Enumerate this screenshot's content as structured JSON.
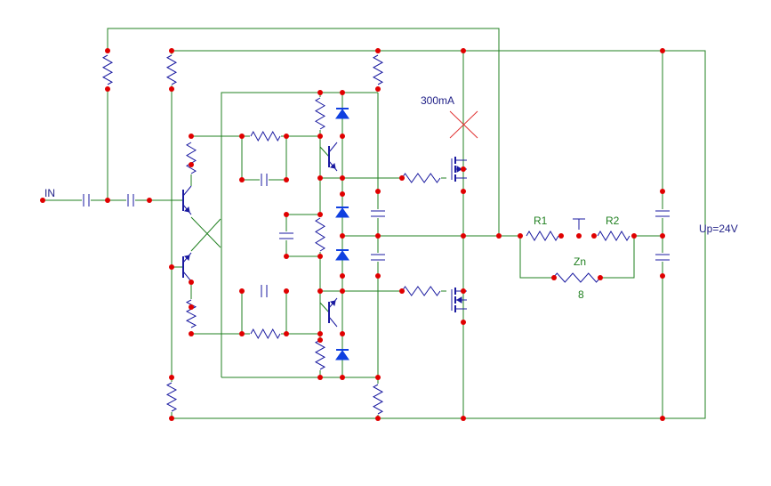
{
  "labels": {
    "input": "IN",
    "current": "300mA",
    "r1": "R1",
    "r2": "R2",
    "zn": "Zn",
    "zn_value": "8",
    "supply": "Up=24V"
  },
  "colors": {
    "wire": "#208020",
    "component": "#1a1aa0",
    "node": "#e00000",
    "diode": "#1040e0",
    "marker": "#e03030",
    "label_green": "#208020",
    "label_blue": "#1a1aa0",
    "label_dark": "#222288"
  }
}
